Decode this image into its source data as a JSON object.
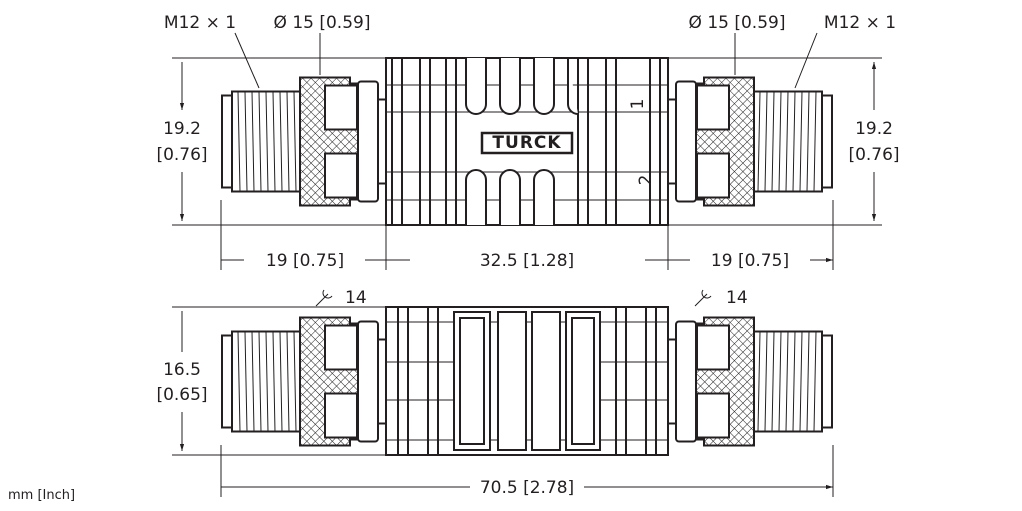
{
  "top_view": {
    "thread_left": "M12 × 1",
    "diameter_left": "Ø 15 [0.59]",
    "diameter_right": "Ø 15 [0.59]",
    "thread_right": "M12 × 1",
    "height_left_mm": "19.2",
    "height_left_in": "[0.76]",
    "height_right_mm": "19.2",
    "height_right_in": "[0.76]",
    "len_left": "19 [0.75]",
    "len_body": "32.5 [1.28]",
    "len_right": "19 [0.75]",
    "logo": "TURCK",
    "port_1": "1",
    "port_2": "2"
  },
  "bottom_view": {
    "wrench_left": "14",
    "wrench_right": "14",
    "height_mm": "16.5",
    "height_in": "[0.65]",
    "overall_length": "70.5 [2.78]"
  },
  "units": "mm [Inch]"
}
